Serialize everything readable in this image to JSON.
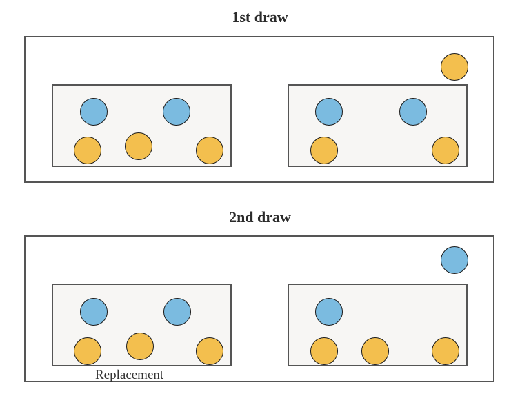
{
  "colors": {
    "blue": "#7bbbe0",
    "orange": "#f3bf4e"
  },
  "draw1": {
    "title": "1st draw",
    "drawn_ball": "orange",
    "urns": [
      {
        "balls": [
          "blue",
          "blue",
          "orange",
          "orange",
          "orange"
        ]
      },
      {
        "balls": [
          "blue",
          "blue",
          "orange",
          "orange"
        ]
      }
    ]
  },
  "draw2": {
    "title": "2nd draw",
    "drawn_ball": "blue",
    "urns": [
      {
        "balls": [
          "blue",
          "blue",
          "orange",
          "orange",
          "orange"
        ],
        "caption": "Replacement"
      },
      {
        "balls": [
          "blue",
          "orange",
          "orange",
          "orange"
        ]
      }
    ]
  }
}
